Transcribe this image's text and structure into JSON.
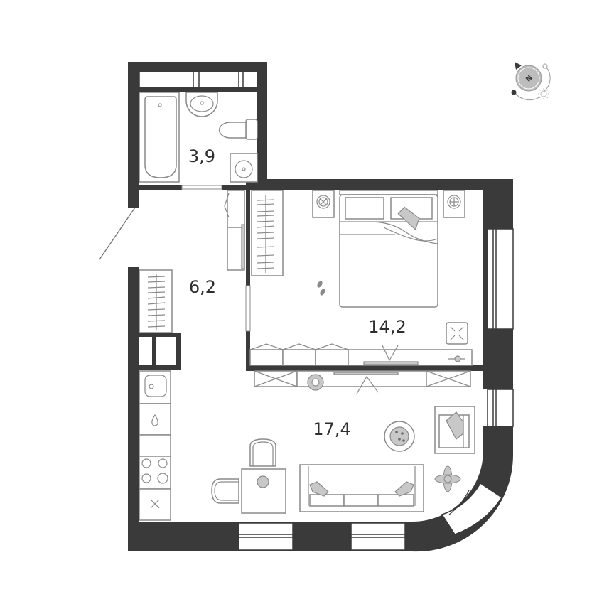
{
  "floorplan": {
    "rooms": [
      {
        "id": "bathroom",
        "area": "3,9"
      },
      {
        "id": "hallway",
        "area": "6,2"
      },
      {
        "id": "bedroom",
        "area": "14,2"
      },
      {
        "id": "living-kitchen",
        "area": "17,4"
      }
    ],
    "compass": {
      "label": "N"
    },
    "colors": {
      "wall": "#3a3a3a",
      "furniture": "#8a8a8a",
      "accent_fill": "#c8c8c8",
      "background": "#ffffff"
    }
  }
}
